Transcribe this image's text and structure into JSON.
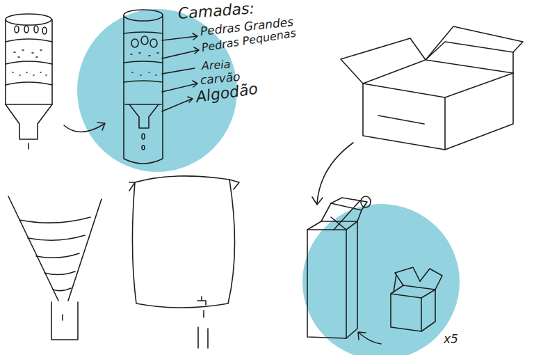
{
  "diagram": {
    "labels": [
      "Camadas:",
      "Pedras Grandes",
      "Pedras Pequenas",
      "Areia",
      "carvão",
      "Algodão",
      "x5"
    ]
  }
}
